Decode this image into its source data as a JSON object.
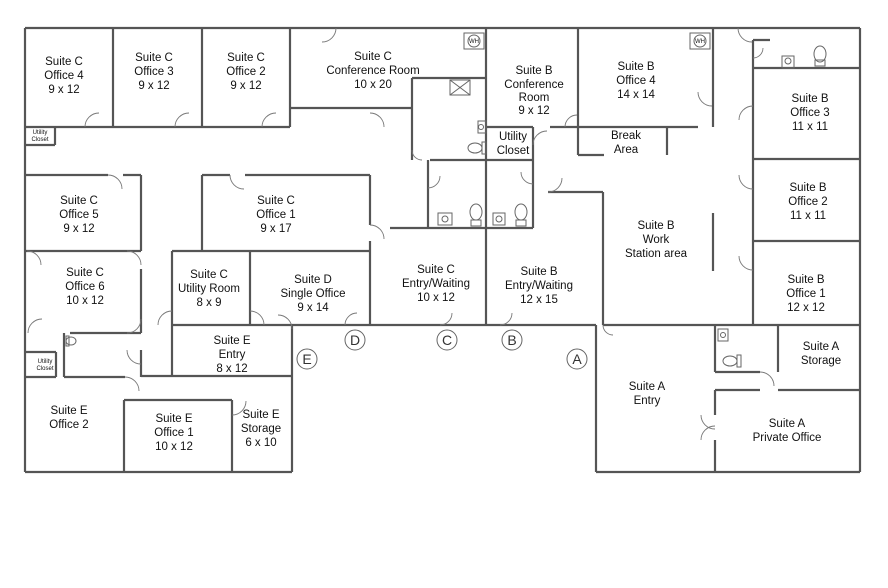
{
  "rooms": {
    "suite_c_office4": [
      "Suite C",
      "Office 4",
      "9 x 12"
    ],
    "suite_c_office3": [
      "Suite C",
      "Office 3",
      "9 x 12"
    ],
    "suite_c_office2": [
      "Suite C",
      "Office 2",
      "9 x 12"
    ],
    "suite_c_conference": [
      "Suite C",
      "Conference Room",
      "10 x 20"
    ],
    "suite_b_conference": [
      "Suite B",
      "Conference",
      "Room",
      "9 x 12"
    ],
    "suite_b_office4": [
      "Suite B",
      "Office 4",
      "14 x 14"
    ],
    "suite_b_office3": [
      "Suite B",
      "Office 3",
      "11 x 11"
    ],
    "suite_b_office2": [
      "Suite B",
      "Office 2",
      "11 x 11"
    ],
    "suite_b_office1": [
      "Suite B",
      "Office 1",
      "12 x 12"
    ],
    "utility_closet_b": [
      "Utility",
      "Closet"
    ],
    "break_area": [
      "Break",
      "Area"
    ],
    "suite_c_office5": [
      "Suite C",
      "Office 5",
      "9 x 12"
    ],
    "suite_c_office1": [
      "Suite C",
      "Office 1",
      "9 x 17"
    ],
    "suite_b_workstation": [
      "Suite B",
      "Work",
      "Station area"
    ],
    "suite_c_office6": [
      "Suite C",
      "Office 6",
      "10 x 12"
    ],
    "suite_c_utility": [
      "Suite C",
      "Utility Room",
      "8 x 9"
    ],
    "suite_d_single": [
      "Suite D",
      "Single Office",
      "9 x 14"
    ],
    "suite_c_entry": [
      "Suite C",
      "Entry/Waiting",
      "10 x 12"
    ],
    "suite_b_entry": [
      "Suite B",
      "Entry/Waiting",
      "12 x 15"
    ],
    "suite_e_entry": [
      "Suite E",
      "Entry",
      "8  x 12"
    ],
    "suite_e_office2": [
      "Suite E",
      "Office 2"
    ],
    "suite_e_office1": [
      "Suite E",
      "Office 1",
      "10 x 12"
    ],
    "suite_e_storage": [
      "Suite E",
      "Storage",
      "6 x 10"
    ],
    "suite_a_entry": [
      "Suite A",
      "Entry"
    ],
    "suite_a_storage": [
      "Suite A",
      "Storage"
    ],
    "suite_a_private": [
      "Suite A",
      "Private Office"
    ]
  },
  "small_labels": {
    "utility_closet_nw": [
      "Utility",
      "Closet"
    ],
    "utility_closet_sw": [
      "Utility",
      "Closet"
    ],
    "wh": "WH"
  },
  "entrances": [
    "A",
    "B",
    "C",
    "D",
    "E"
  ]
}
